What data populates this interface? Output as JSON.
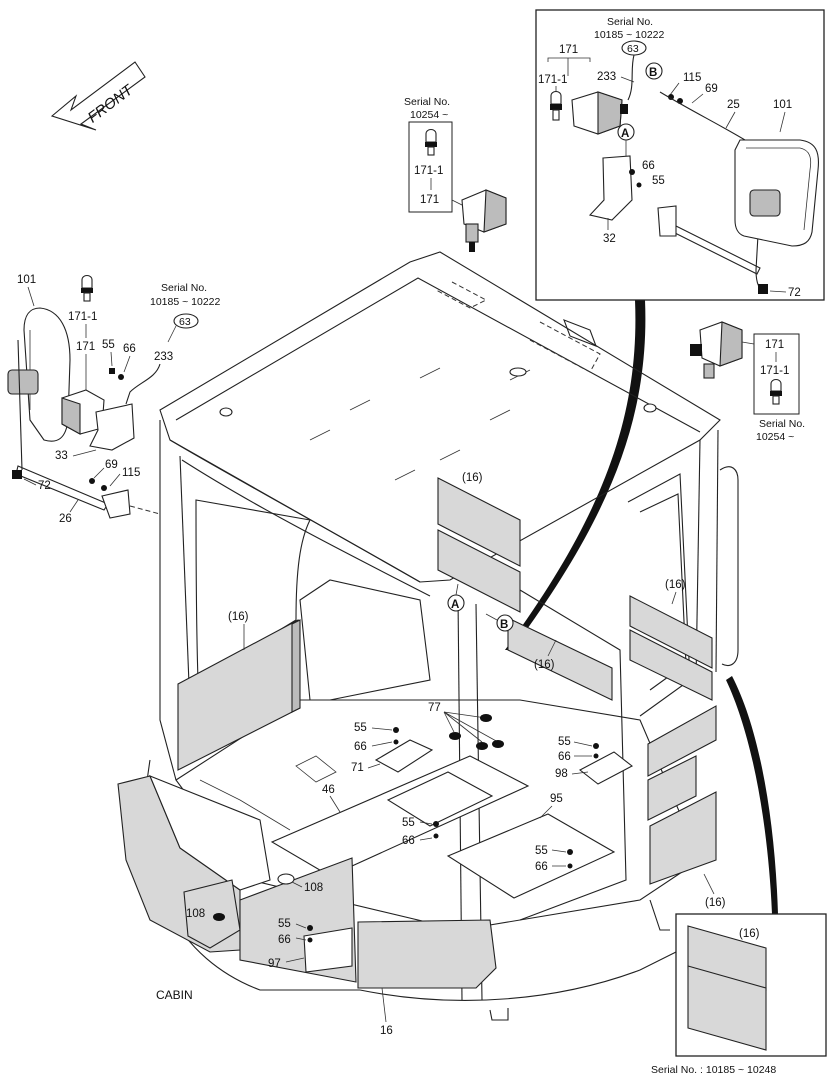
{
  "front_label": "FRONT",
  "cabin_label": "CABIN",
  "inset_top": {
    "serial_title": "Serial No.",
    "serial_range": "10185 ~ 10222",
    "circled": "63",
    "lamp": "171",
    "bulb": "171-1",
    "cable": "233",
    "marker_b": "B",
    "marker_a": "A",
    "bolt": "115",
    "washer": "69",
    "wire": "25",
    "mirror": "101",
    "screw_66": "66",
    "screw_55": "55",
    "bracket": "32",
    "cap": "72"
  },
  "callout_rear": {
    "serial_title": "Serial No.",
    "serial_range": "10254 ~",
    "bulb": "171-1",
    "lamp": "171"
  },
  "callout_right": {
    "lamp": "171",
    "bulb": "171-1",
    "serial_title": "Serial No.",
    "serial_range": "10254 ~"
  },
  "left_group": {
    "mirror": "101",
    "bulb": "171-1",
    "serial_title": "Serial No.",
    "serial_range": "10185 ~ 10222",
    "circled": "63",
    "screw_55": "55",
    "screw_66": "66",
    "lamp": "171",
    "cable": "233",
    "bracket": "33",
    "washer": "69",
    "bolt": "115",
    "cap": "72",
    "arm": "26"
  },
  "cabin_parts": {
    "pad_top": "(16)",
    "pad_left": "(16)",
    "pad_center": "(16)",
    "pad_right": "(16)",
    "pad_right_low": "(16)",
    "marker_a": "A",
    "marker_b": "B",
    "rubber": "77",
    "screw_55_a": "55",
    "screw_66_a": "66",
    "lid": "71",
    "mat": "46",
    "screw_55_b": "55",
    "screw_66_b": "66",
    "screw_55_c": "55",
    "screw_66_c": "66",
    "clip": "98",
    "plate": "95",
    "screw_55_d": "55",
    "screw_66_d": "66",
    "grommet_a": "108",
    "grommet_b": "108",
    "screw_55_e": "55",
    "screw_66_e": "66",
    "cover": "97",
    "pad_front": "16"
  },
  "inset_bottom": {
    "pad": "(16)",
    "serial_note": "Serial No. : 10185 ~ 10248"
  }
}
